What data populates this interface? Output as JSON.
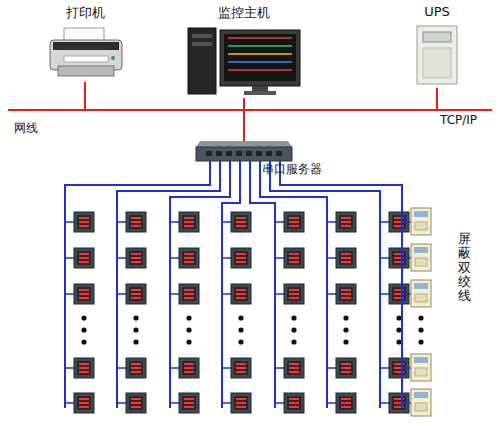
{
  "diagram": {
    "nodes": [
      {
        "text": [
          "打印机"
        ]
      },
      {
        "text": [
          "监控主机"
        ]
      },
      {
        "text": [
          "UPS"
        ]
      },
      {
        "text": [
          "串口服务器"
        ]
      }
    ],
    "edges": [
      {
        "from": 3,
        "to": 0,
        "arrow": "none"
      },
      {
        "from": 3,
        "to": 1,
        "arrow": "none"
      },
      {
        "from": 3,
        "to": 2,
        "arrow": "none"
      }
    ],
    "labels": [
      "TCP/IP",
      "网线",
      "屏蔽双绞线"
    ]
  }
}
